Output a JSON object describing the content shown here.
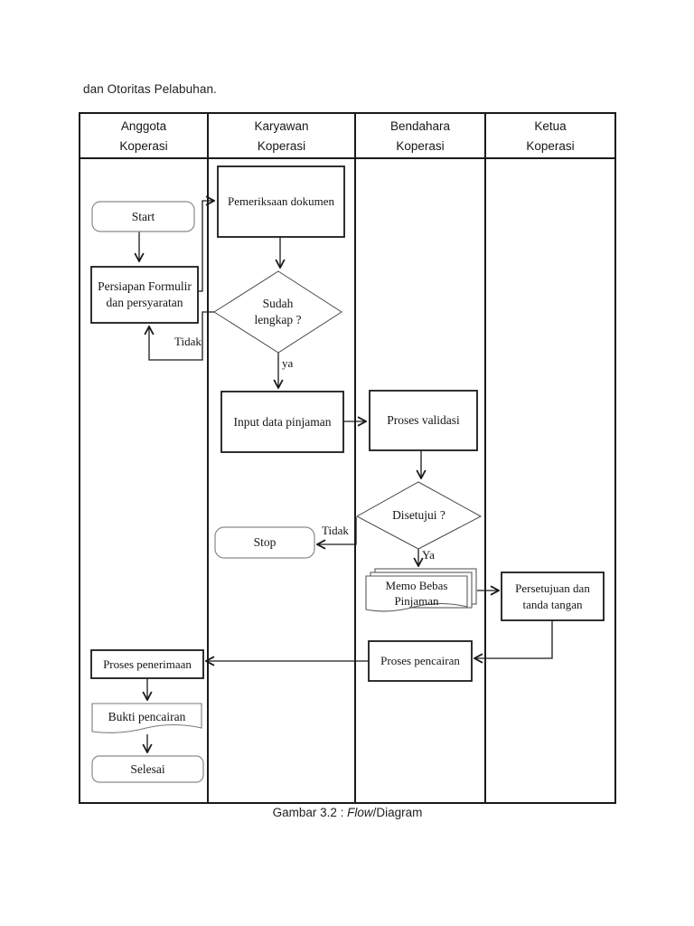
{
  "page": {
    "top_text": "dan Otoritas Pelabuhan."
  },
  "lanes": {
    "columns": [
      {
        "line1": "Anggota",
        "line2": "Koperasi"
      },
      {
        "line1": "Karyawan",
        "line2": "Koperasi"
      },
      {
        "line1": "Bendahara",
        "line2": "Koperasi"
      },
      {
        "line1": "Ketua",
        "line2": "Koperasi"
      }
    ]
  },
  "nodes": {
    "start": {
      "type": "terminator",
      "label": "Start",
      "lane": "Anggota Koperasi"
    },
    "pemeriksaan": {
      "type": "process",
      "label": "Pemeriksaan dokumen",
      "lane": "Karyawan Koperasi"
    },
    "persiapan": {
      "type": "process",
      "line1": "Persiapan Formulir",
      "line2": "dan persyaratan",
      "lane": "Anggota Koperasi"
    },
    "sudah_lengkap": {
      "type": "decision",
      "line1": "Sudah",
      "line2": "lengkap ?",
      "lane": "Karyawan Koperasi"
    },
    "input_data": {
      "type": "process",
      "label": "Input data pinjaman",
      "lane": "Karyawan Koperasi"
    },
    "proses_validasi": {
      "type": "process",
      "label": "Proses validasi",
      "lane": "Bendahara Koperasi"
    },
    "disetujui": {
      "type": "decision",
      "label": "Disetujui ?",
      "lane": "Bendahara Koperasi"
    },
    "stop": {
      "type": "terminator",
      "label": "Stop",
      "lane": "Karyawan Koperasi"
    },
    "memo": {
      "type": "document-stack",
      "line1": "Memo Bebas",
      "line2": "Pinjaman",
      "lane": "Bendahara Koperasi"
    },
    "persetujuan": {
      "type": "process",
      "line1": "Persetujuan dan",
      "line2": "tanda tangan",
      "lane": "Ketua Koperasi"
    },
    "proses_pencairan": {
      "type": "process",
      "label": "Proses pencairan",
      "lane": "Bendahara Koperasi"
    },
    "proses_penerimaan": {
      "type": "process",
      "label": "Proses penerimaan",
      "lane": "Anggota Koperasi"
    },
    "bukti_pencairan": {
      "type": "document",
      "label": "Bukti pencairan",
      "lane": "Anggota Koperasi"
    },
    "selesai": {
      "type": "terminator",
      "label": "Selesai",
      "lane": "Anggota Koperasi"
    }
  },
  "edge_labels": {
    "tidak_loop": "Tidak",
    "ya_lower": "ya",
    "tidak_stop": "Tidak",
    "ya_memo": "Ya"
  },
  "caption": {
    "prefix": "Gambar 3.2 : ",
    "italic": "Flow",
    "suffix": "/Diagram"
  },
  "colors": {
    "ink": "#1a1a1a",
    "process_border": "#1a1a1a",
    "terminator_border": "#8a8a8a",
    "decision_border": "#4a4a4a",
    "document_border": "#6a6a6a",
    "background": "#ffffff"
  }
}
